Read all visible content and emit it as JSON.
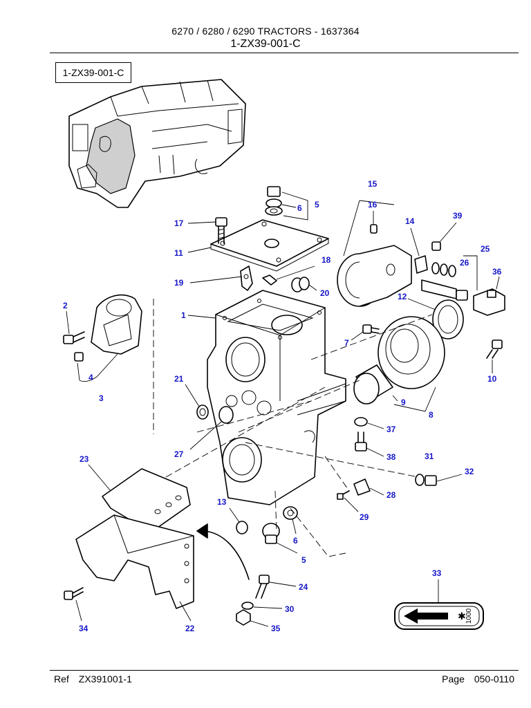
{
  "header": {
    "line1": "6270 / 6280 / 6290   TRACTORS - 1637364",
    "line2": "1-ZX39-001-C"
  },
  "figure_ref": "1-ZX39-001-C",
  "footer": {
    "ref_label": "Ref",
    "ref_value": "ZX391001-1",
    "page_label": "Page",
    "page_value": "050-0110"
  },
  "decal_text": "1000",
  "callouts": [
    "1",
    "2",
    "3",
    "4",
    "5",
    "6",
    "7",
    "8",
    "9",
    "10",
    "11",
    "12",
    "13",
    "14",
    "15",
    "16",
    "17",
    "18",
    "19",
    "20",
    "21",
    "22",
    "23",
    "24",
    "25",
    "26",
    "27",
    "28",
    "29",
    "30",
    "31",
    "32",
    "33",
    "34",
    "35",
    "36",
    "37",
    "38",
    "39",
    "5",
    "6"
  ]
}
